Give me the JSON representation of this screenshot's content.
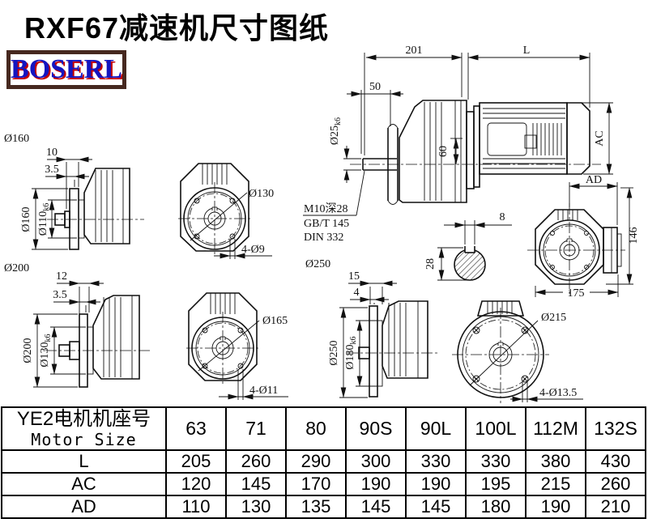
{
  "title": "RXF67减速机尺寸图纸",
  "logo_text": "BOSERL",
  "views": {
    "main": {
      "dim_201": "201",
      "dim_L": "L",
      "dim_50": "50",
      "shaft_dia": "Ø25",
      "shaft_tol": "k6",
      "dim_60": "60",
      "dim_AC": "AC",
      "thread_note": "M10深28",
      "std_gbt": "GB/T 145",
      "std_din": "DIN 332"
    },
    "keyway": {
      "width": "8",
      "depth": "28"
    },
    "rear": {
      "dim_AD": "AD",
      "dim_146": "146",
      "dim_175": "175"
    },
    "flange160": {
      "label": "Ø160",
      "dim_10": "10",
      "dim_3_5": "3.5",
      "outer_dia": "Ø160",
      "pilot_dia": "Ø110",
      "pilot_tol": "k6"
    },
    "face130": {
      "bolt_circle": "Ø130",
      "holes": "4-Ø9"
    },
    "flange200": {
      "label": "Ø200",
      "dim_12": "12",
      "dim_3_5": "3.5",
      "outer_dia": "Ø200",
      "pilot_dia": "Ø130",
      "pilot_tol": "k6"
    },
    "face165": {
      "bolt_circle": "Ø165",
      "holes": "4-Ø11"
    },
    "flange250": {
      "label": "Ø250",
      "dim_15": "15",
      "dim_4": "4",
      "outer_dia": "Ø250",
      "pilot_dia": "Ø180",
      "pilot_tol": "k6"
    },
    "face215": {
      "bolt_circle": "Ø215",
      "holes": "4-Ø13.5"
    }
  },
  "table": {
    "header_cn": "YE2电机机座号",
    "header_en": "Motor Size",
    "columns": [
      "63",
      "71",
      "80",
      "90S",
      "90L",
      "100L",
      "112M",
      "132S"
    ],
    "rows": [
      {
        "label": "L",
        "values": [
          "205",
          "260",
          "290",
          "300",
          "330",
          "330",
          "380",
          "430"
        ]
      },
      {
        "label": "AC",
        "values": [
          "120",
          "145",
          "170",
          "190",
          "190",
          "195",
          "215",
          "260"
        ]
      },
      {
        "label": "AD",
        "values": [
          "110",
          "130",
          "135",
          "145",
          "145",
          "180",
          "190",
          "210"
        ]
      }
    ]
  }
}
